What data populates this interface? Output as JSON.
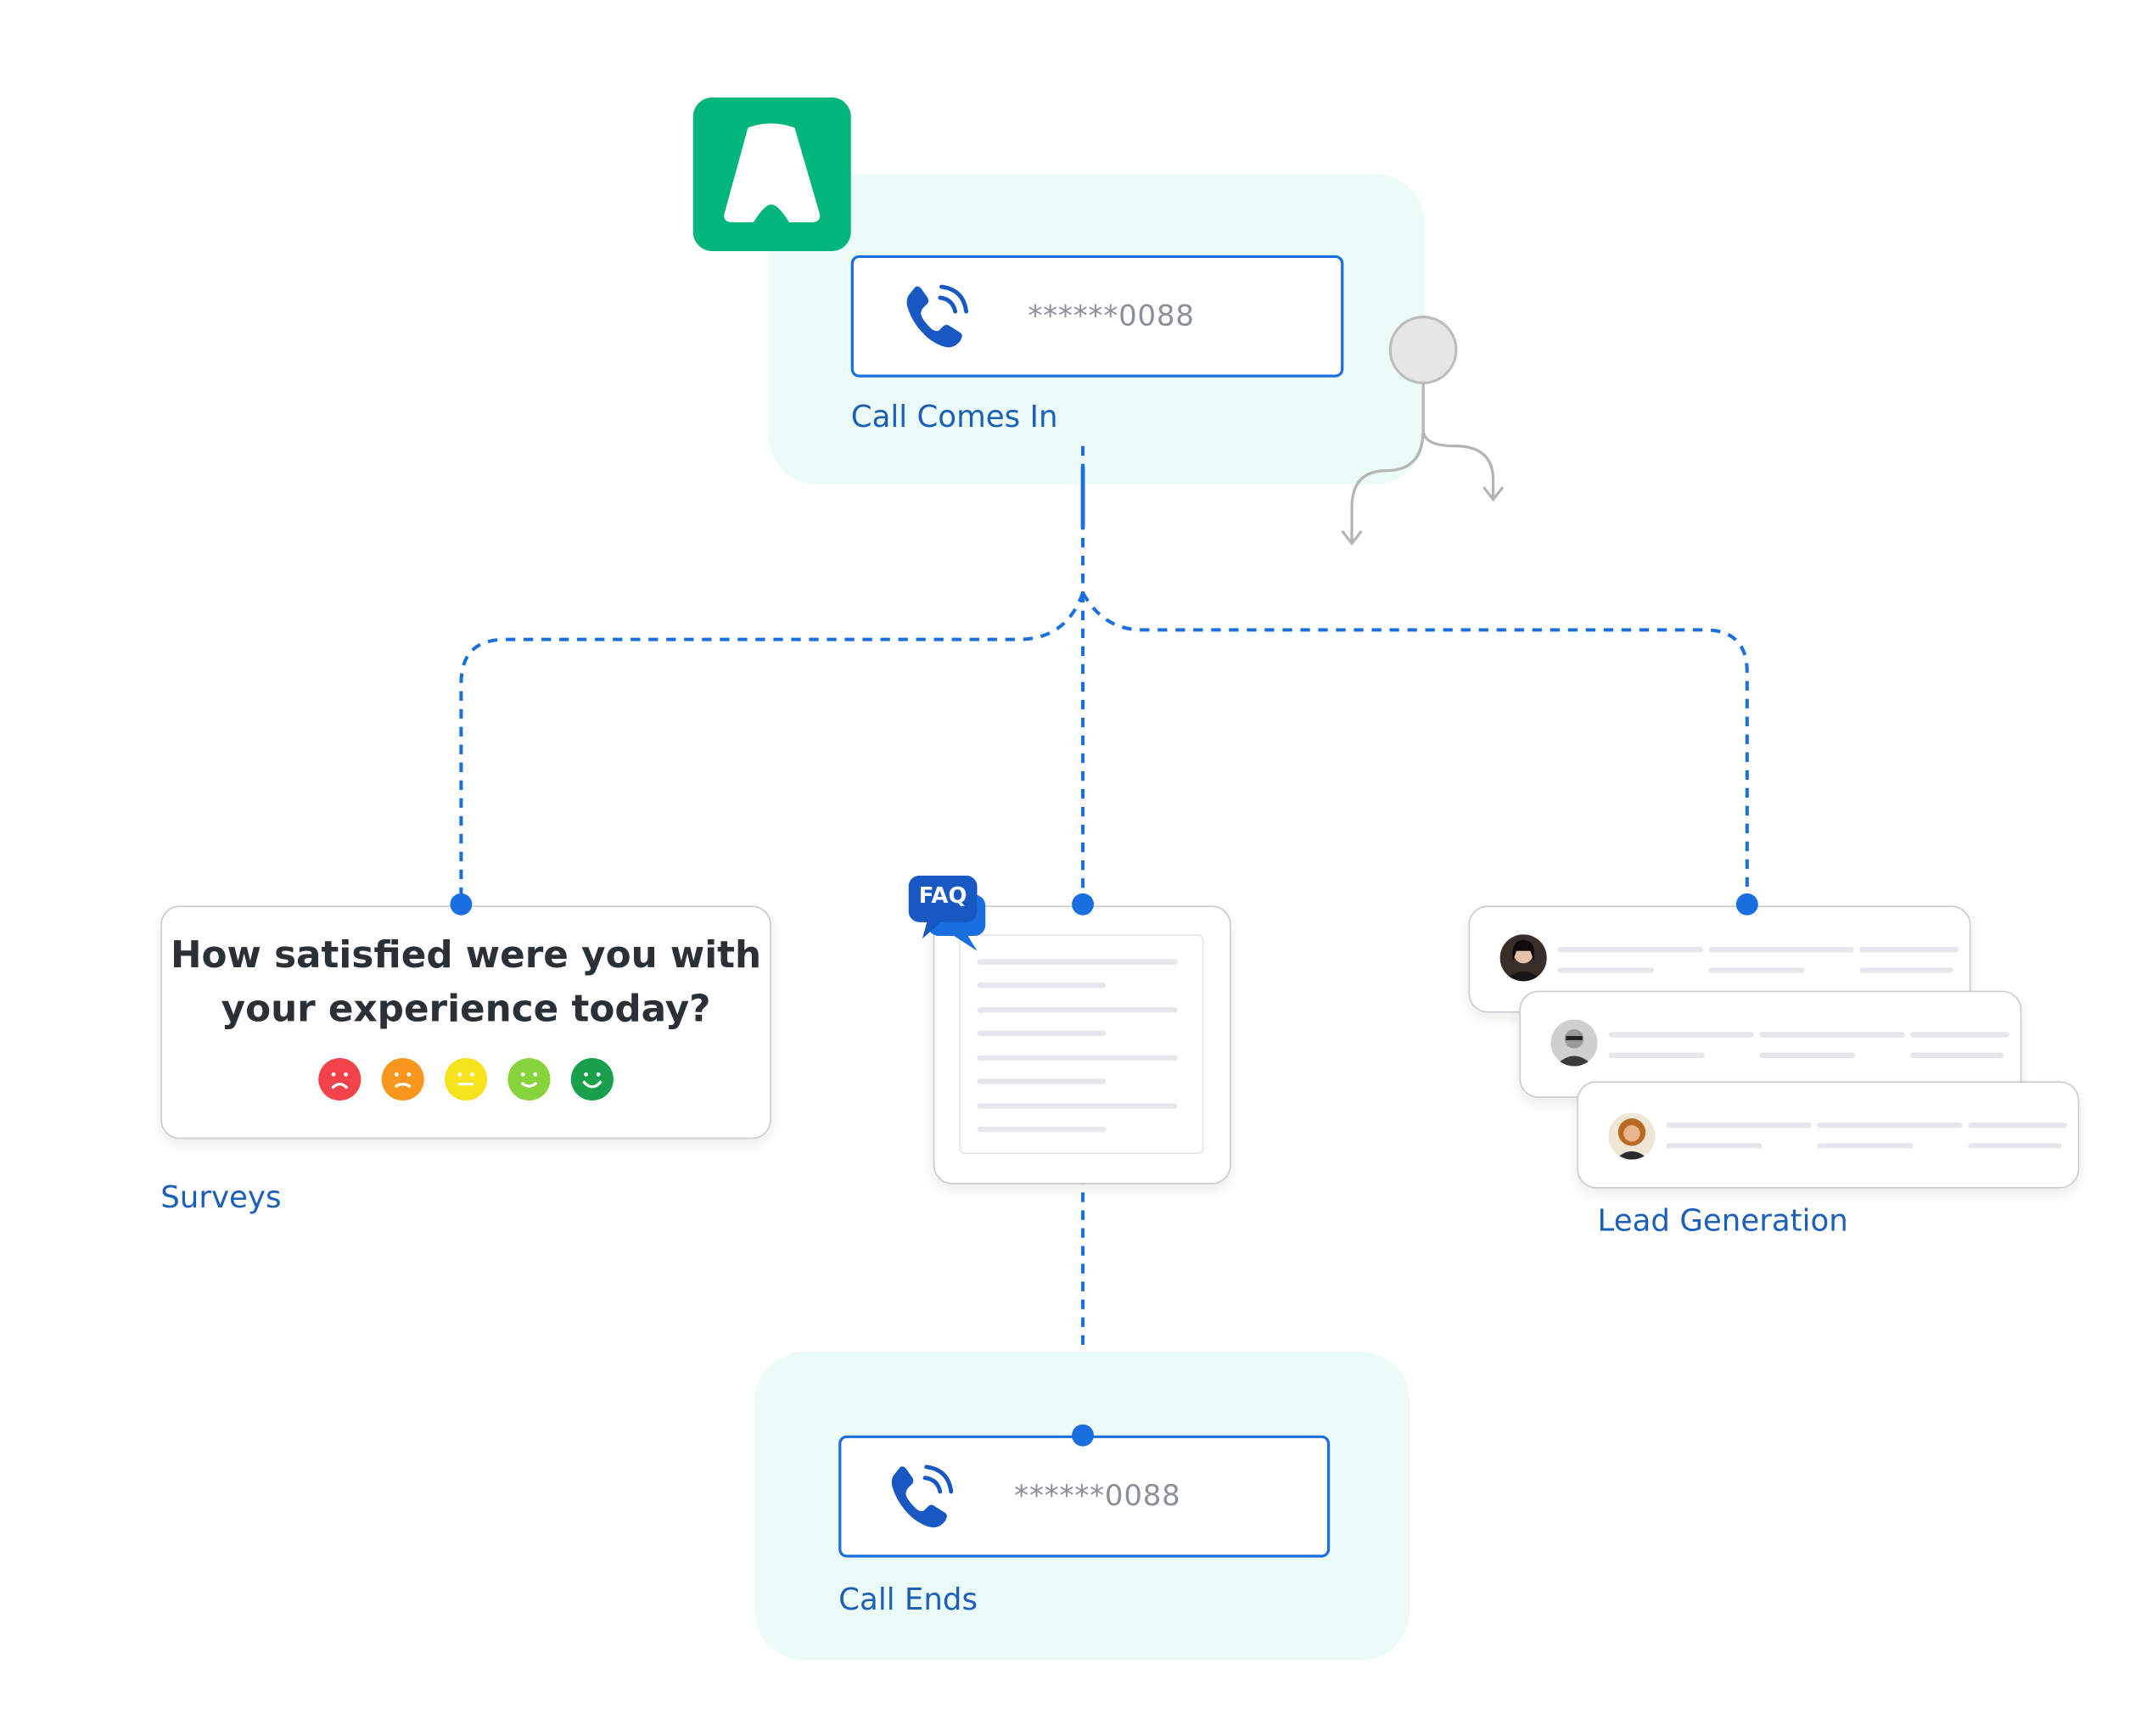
{
  "call_in": {
    "number": "******0088",
    "label": "Call Comes In"
  },
  "call_end": {
    "number": "******0088",
    "label": "Call Ends"
  },
  "survey": {
    "question_line1": "How satisfied were you with",
    "question_line2": "your experience today?",
    "label": "Surveys",
    "faces": [
      "very-unhappy-face-icon",
      "unhappy-face-icon",
      "neutral-face-icon",
      "happy-face-icon",
      "very-happy-face-icon"
    ],
    "face_colors": [
      "#f2424a",
      "#f9961e",
      "#f6e21d",
      "#86d33c",
      "#1aa04a"
    ]
  },
  "faq": {
    "badge": "FAQ"
  },
  "leads": {
    "label": "Lead Generation"
  },
  "colors": {
    "accent": "#1a6fe0",
    "brand": "#00b67a",
    "label": "#1b5fb8",
    "zone": "#ebfbf7"
  }
}
